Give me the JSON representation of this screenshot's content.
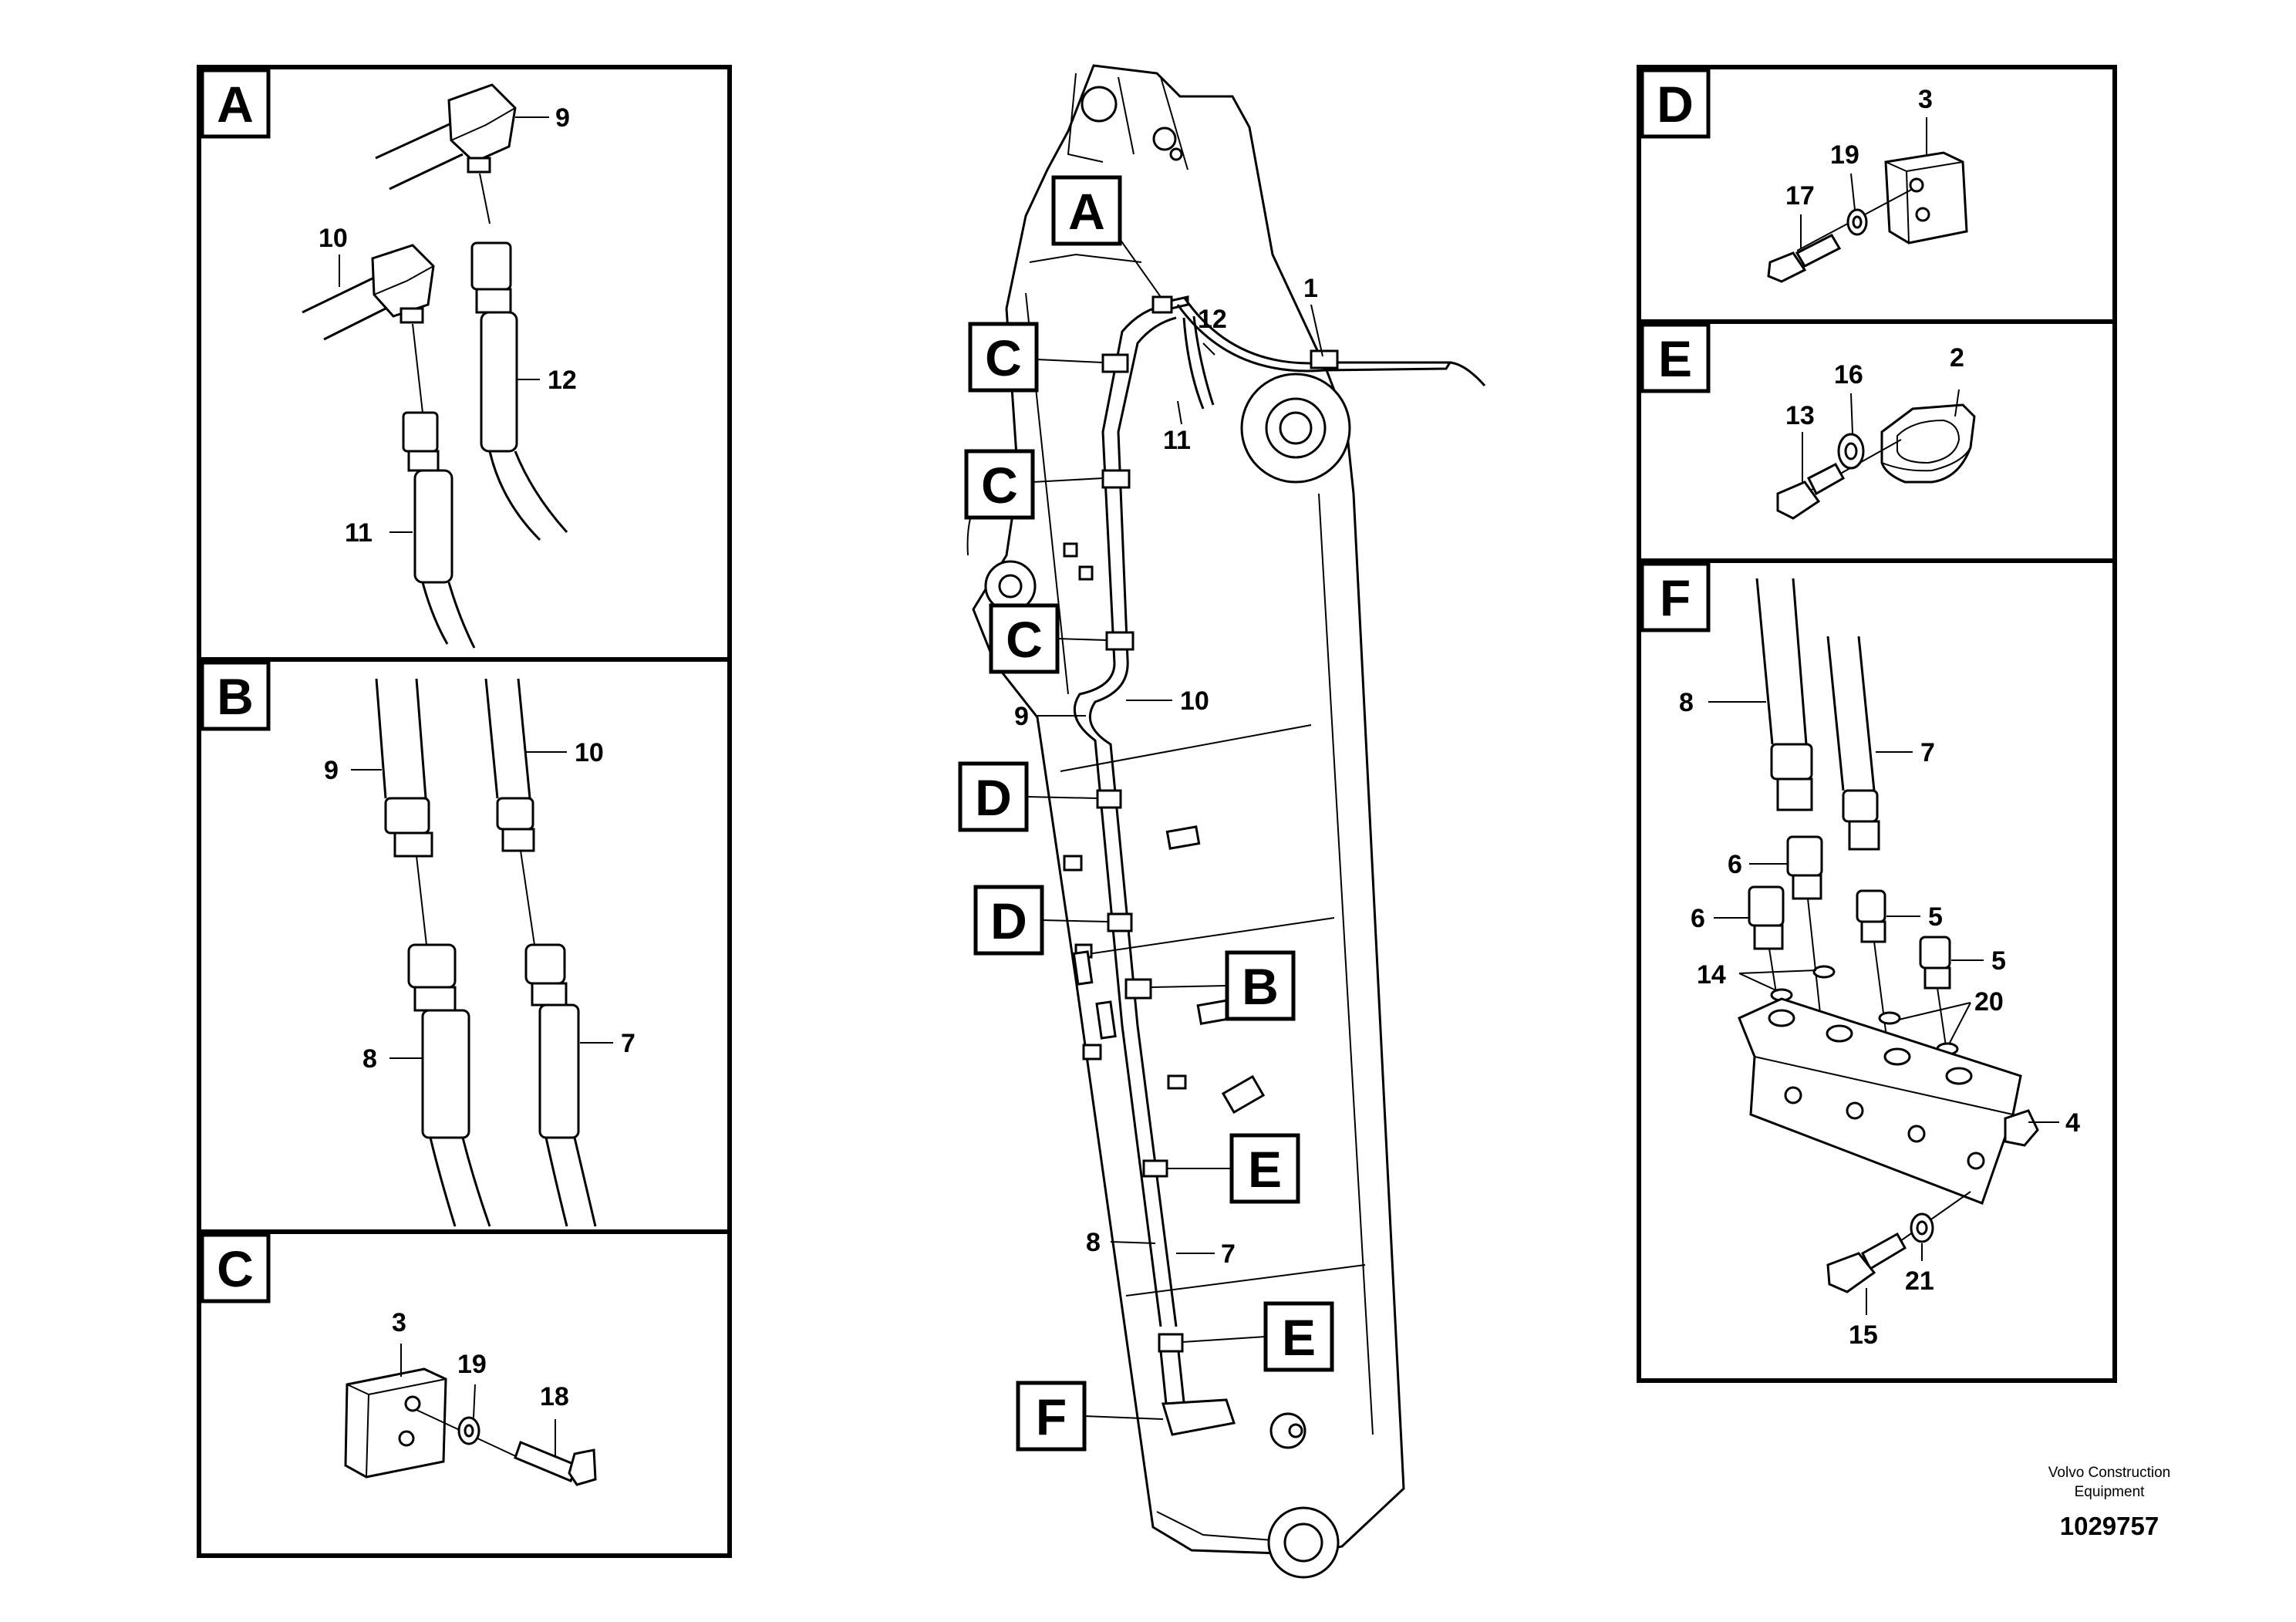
{
  "panels": {
    "A": {
      "letter": "A",
      "labels": {
        "l9": "9",
        "l10": "10",
        "l12": "12",
        "l11": "11"
      }
    },
    "B": {
      "letter": "B",
      "labels": {
        "l9": "9",
        "l10": "10",
        "l8": "8",
        "l7": "7"
      }
    },
    "C": {
      "letter": "C",
      "labels": {
        "l3": "3",
        "l19": "19",
        "l18": "18"
      }
    },
    "D": {
      "letter": "D",
      "labels": {
        "l3": "3",
        "l19": "19",
        "l17": "17"
      }
    },
    "E": {
      "letter": "E",
      "labels": {
        "l16": "16",
        "l2": "2",
        "l13": "13"
      }
    },
    "F": {
      "letter": "F",
      "labels": {
        "l8": "8",
        "l7": "7",
        "l6a": "6",
        "l6b": "6",
        "l5a": "5",
        "l5b": "5",
        "l14": "14",
        "l20": "20",
        "l4": "4",
        "l21": "21",
        "l15": "15"
      }
    }
  },
  "main": {
    "callouts": {
      "a": "A",
      "c1": "C",
      "c2": "C",
      "c3": "C",
      "d1": "D",
      "d2": "D",
      "b": "B",
      "e1": "E",
      "e2": "E",
      "f": "F"
    },
    "labels": {
      "l1": "1",
      "l12": "12",
      "l11": "11",
      "l9": "9",
      "l10": "10",
      "l8": "8",
      "l7": "7"
    }
  },
  "footer": {
    "company_line1": "Volvo Construction",
    "company_line2": "Equipment",
    "drawing_number": "1029757"
  }
}
